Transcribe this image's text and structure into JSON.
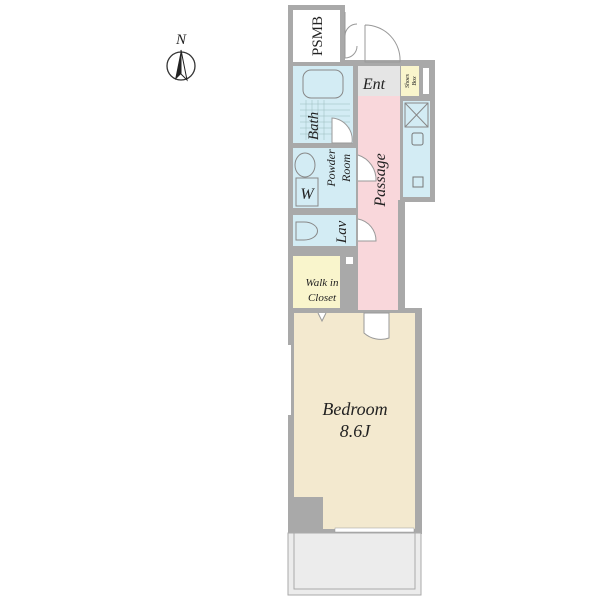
{
  "compass": {
    "label": "N"
  },
  "rooms": {
    "psmb": "PSMB",
    "entrance": "Ent",
    "shoes_box_1": "Shoes",
    "shoes_box_2": "Box",
    "bath": "Bath",
    "powder_room_1": "Powder",
    "powder_room_2": "Room",
    "washer": "W",
    "passage": "Passage",
    "lavatory": "Lav",
    "walk_in_closet_1": "Walk in",
    "walk_in_closet_2": "Closet",
    "bedroom": "Bedroom",
    "bedroom_size": "8.6J"
  },
  "colors": {
    "wall": "#a9a9a9",
    "wet_area": "#d3ecf4",
    "passage": "#f9d7db",
    "closet": "#f9f5cc",
    "bedroom": "#f3e9cf",
    "entrance": "#e5e5e5",
    "balcony": "#ececec"
  }
}
